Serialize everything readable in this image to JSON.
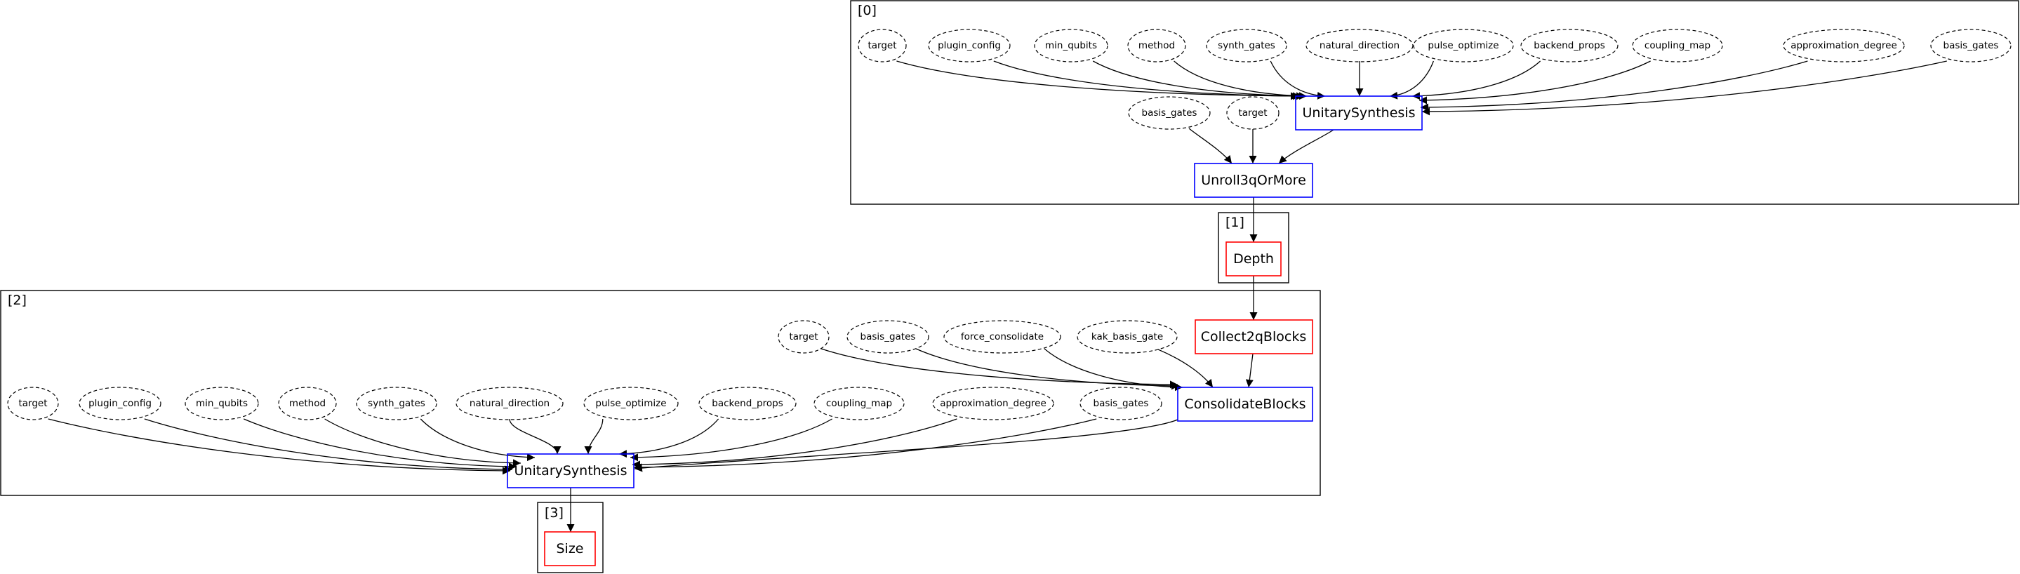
{
  "clusters": [
    {
      "id": "c0",
      "label": "[0]"
    },
    {
      "id": "c1",
      "label": "[1]"
    },
    {
      "id": "c2",
      "label": "[2]"
    },
    {
      "id": "c3",
      "label": "[3]"
    }
  ],
  "passes": {
    "unitary_synthesis_0": "UnitarySynthesis",
    "unroll_3q_or_more": "Unroll3qOrMore",
    "depth": "Depth",
    "collect_2q_blocks": "Collect2qBlocks",
    "consolidate_blocks": "ConsolidateBlocks",
    "unitary_synthesis_2": "UnitarySynthesis",
    "size": "Size"
  },
  "params": {
    "us0": [
      "target",
      "plugin_config",
      "min_qubits",
      "method",
      "synth_gates",
      "natural_direction",
      "pulse_optimize",
      "backend_props",
      "coupling_map",
      "approximation_degree",
      "basis_gates"
    ],
    "unroll": [
      "basis_gates",
      "target"
    ],
    "consolidate": [
      "target",
      "basis_gates",
      "force_consolidate",
      "kak_basis_gate"
    ],
    "us2": [
      "target",
      "plugin_config",
      "min_qubits",
      "method",
      "synth_gates",
      "natural_direction",
      "pulse_optimize",
      "backend_props",
      "coupling_map",
      "approximation_degree",
      "basis_gates"
    ]
  },
  "colors": {
    "analysis_pass": "#ff0000",
    "transformation_pass": "#0000ff",
    "edge": "#000000"
  }
}
